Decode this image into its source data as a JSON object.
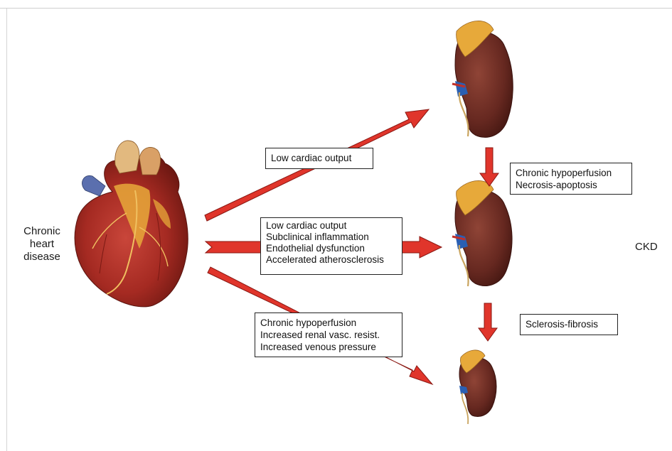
{
  "left_label": {
    "line1": "Chronic",
    "line2": "heart",
    "line3": "disease"
  },
  "right_label": "CKD",
  "pathway_boxes": {
    "top": [
      "Low cardiac output"
    ],
    "middle": [
      "Low cardiac output",
      "Subclinical inflammation",
      "Endothelial dysfunction",
      "Accelerated atherosclerosis"
    ],
    "bottom": [
      "Chronic hypoperfusion",
      "Increased renal vasc. resist.",
      "Increased venous pressure"
    ]
  },
  "progression_boxes": {
    "upper": [
      "Chronic hypoperfusion",
      "Necrosis-apoptosis"
    ],
    "lower": [
      "Sclerosis-fibrosis"
    ]
  },
  "colors": {
    "arrow_fill": "#e0352b",
    "arrow_stroke": "#8a1712",
    "kidney": "#6b2a22",
    "heart": "#b8322b",
    "fat": "#e7a93a"
  },
  "icons": [
    "heart-illustration",
    "kidney-illustration"
  ]
}
